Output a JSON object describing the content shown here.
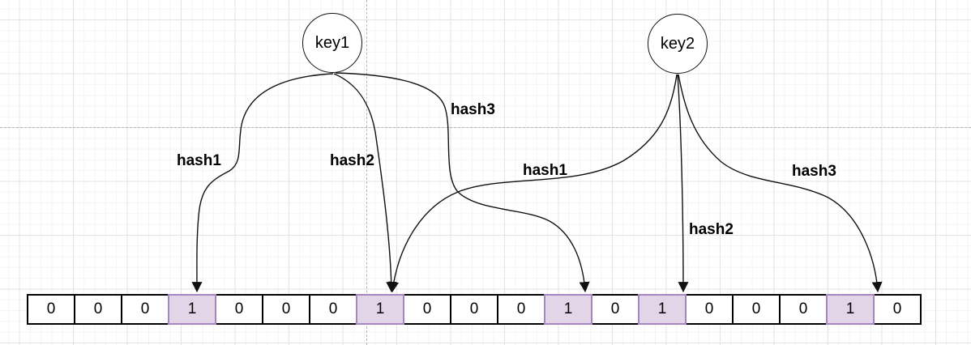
{
  "canvas": {
    "background": "#ffffff",
    "grid_minor_color": "#f4f4f4",
    "grid_major_color": "#e4e4e4",
    "page_divider_color": "#b4b4b4",
    "stroke_color": "#111111"
  },
  "diagram": {
    "keys": [
      {
        "label": "key1"
      },
      {
        "label": "key2"
      }
    ],
    "hash_arrows": [
      {
        "from": "key1",
        "label": "hash1",
        "target_cell_index": 3
      },
      {
        "from": "key1",
        "label": "hash2",
        "target_cell_index": 7
      },
      {
        "from": "key1",
        "label": "hash3",
        "target_cell_index": 11
      },
      {
        "from": "key2",
        "label": "hash1",
        "target_cell_index": 7
      },
      {
        "from": "key2",
        "label": "hash2",
        "target_cell_index": 13
      },
      {
        "from": "key2",
        "label": "hash3",
        "target_cell_index": 17
      }
    ],
    "bit_array": {
      "cells": [
        "0",
        "0",
        "0",
        "1",
        "0",
        "0",
        "0",
        "1",
        "0",
        "0",
        "0",
        "1",
        "0",
        "1",
        "0",
        "0",
        "0",
        "1",
        "0"
      ],
      "highlighted_indices": [
        3,
        7,
        11,
        13,
        17
      ],
      "cell_fill": "#ffffff",
      "cell_border": "#000000",
      "cell_text_color": "#000000",
      "highlight_fill": "#e1d5e7",
      "highlight_border": "#a685c0"
    }
  }
}
